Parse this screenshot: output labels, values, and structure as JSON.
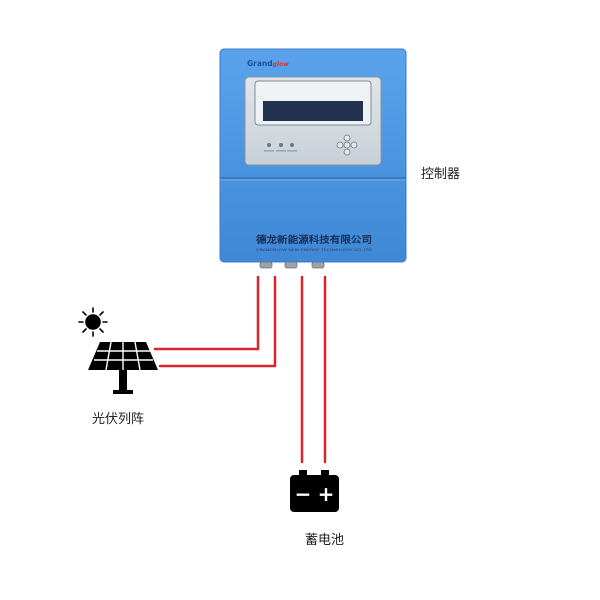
{
  "controller": {
    "brand": {
      "prefix": "Grand",
      "suffix": "glow"
    },
    "company_cn": "德龙新能源科技有限公司",
    "company_en": "GRANDGLOW NEW ENERGY TECHNOLOGY CO.,LTD",
    "label": "控制器",
    "body_color": "#4a94e0",
    "screen_color": "#22324e"
  },
  "solar": {
    "label": "光伏列阵"
  },
  "battery": {
    "label": "蓄电池",
    "minus": "−",
    "plus": "+"
  },
  "wire_color": "#d9232e"
}
